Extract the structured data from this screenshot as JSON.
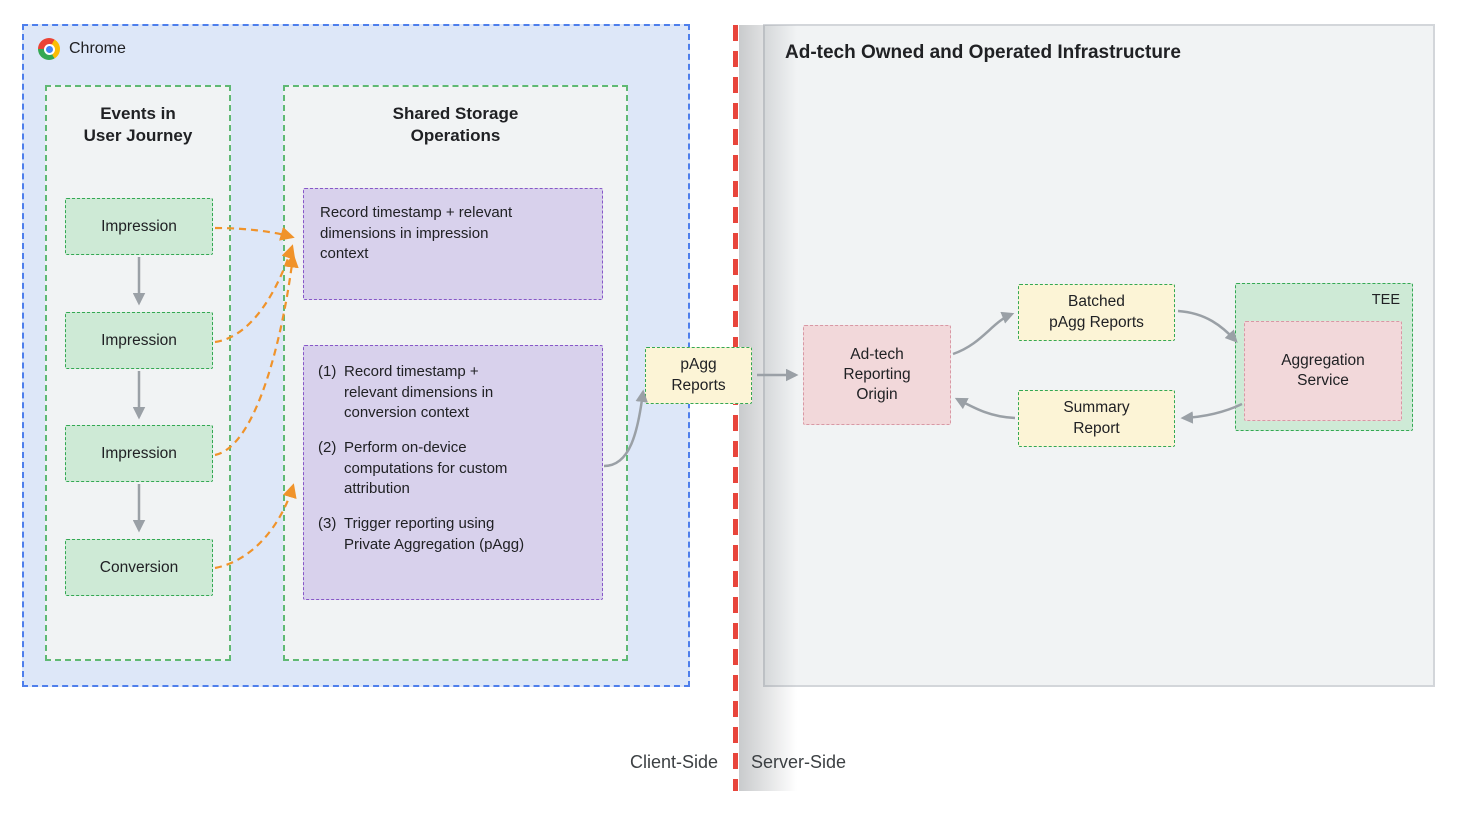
{
  "chrome": {
    "label": "Chrome",
    "events_panel": {
      "title": "Events in\nUser Journey",
      "events": [
        {
          "label": "Impression"
        },
        {
          "label": "Impression"
        },
        {
          "label": "Impression"
        },
        {
          "label": "Conversion"
        }
      ]
    },
    "storage_panel": {
      "title": "Shared Storage\nOperations",
      "op_impression": {
        "text": "Record timestamp + relevant\ndimensions in impression\ncontext"
      },
      "op_conversion": {
        "items": [
          {
            "num": "(1)",
            "text": "Record timestamp +\nrelevant dimensions in\nconversion context"
          },
          {
            "num": "(2)",
            "text": "Perform on-device\ncomputations for custom\nattribution"
          },
          {
            "num": "(3)",
            "text": "Trigger reporting using\nPrivate Aggregation (pAgg)"
          }
        ]
      }
    }
  },
  "pagg_reports": {
    "label": "pAgg\nReports"
  },
  "server": {
    "title": "Ad-tech Owned and Operated Infrastructure",
    "reporting_origin": {
      "label": "Ad-tech\nReporting\nOrigin"
    },
    "batched_reports": {
      "label": "Batched\npAgg Reports"
    },
    "summary_report": {
      "label": "Summary\nReport"
    },
    "tee": {
      "label": "TEE",
      "aggregation_service": {
        "label": "Aggregation\nService"
      }
    }
  },
  "divider": {
    "client_label": "Client-Side",
    "server_label": "Server-Side"
  },
  "colors": {
    "client_container_border": "#4e7fec",
    "client_container_fill": "#dde7f8",
    "panel_fill": "#f1f3f4",
    "panel_border_green": "#5fb974",
    "event_fill": "#ceead6",
    "event_border": "#34a853",
    "operation_fill": "#d8d1ec",
    "operation_border": "#8757c8",
    "report_fill": "#fcf4d6",
    "report_border": "#34a853",
    "adtech_fill": "#f2d8da",
    "adtech_border": "#d898a4",
    "tee_fill": "#ceead6",
    "divider_red": "#e8453c",
    "arrow_gray": "#9aa0a6",
    "arrow_orange": "#f0932a"
  }
}
